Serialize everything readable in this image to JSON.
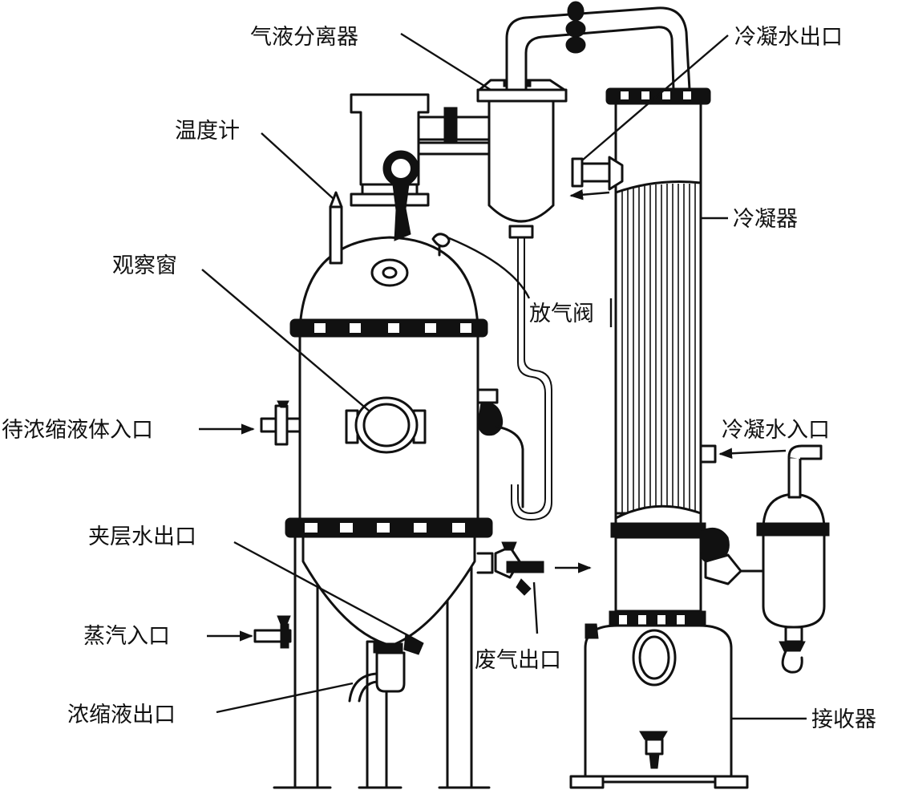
{
  "labels": {
    "gas_liquid_separator": "气液分离器",
    "condensate_outlet": "冷凝水出口",
    "thermometer": "温度计",
    "condenser": "冷凝器",
    "sight_window": "观察窗",
    "vent_valve": "放气阀",
    "feed_inlet": "待浓缩液体入口",
    "cooling_water_inlet": "冷凝水入口",
    "jacket_water_outlet": "夹层水出口",
    "steam_inlet": "蒸汽入口",
    "exhaust_outlet": "废气出口",
    "concentrate_outlet": "浓缩液出口",
    "receiver": "接收器"
  }
}
